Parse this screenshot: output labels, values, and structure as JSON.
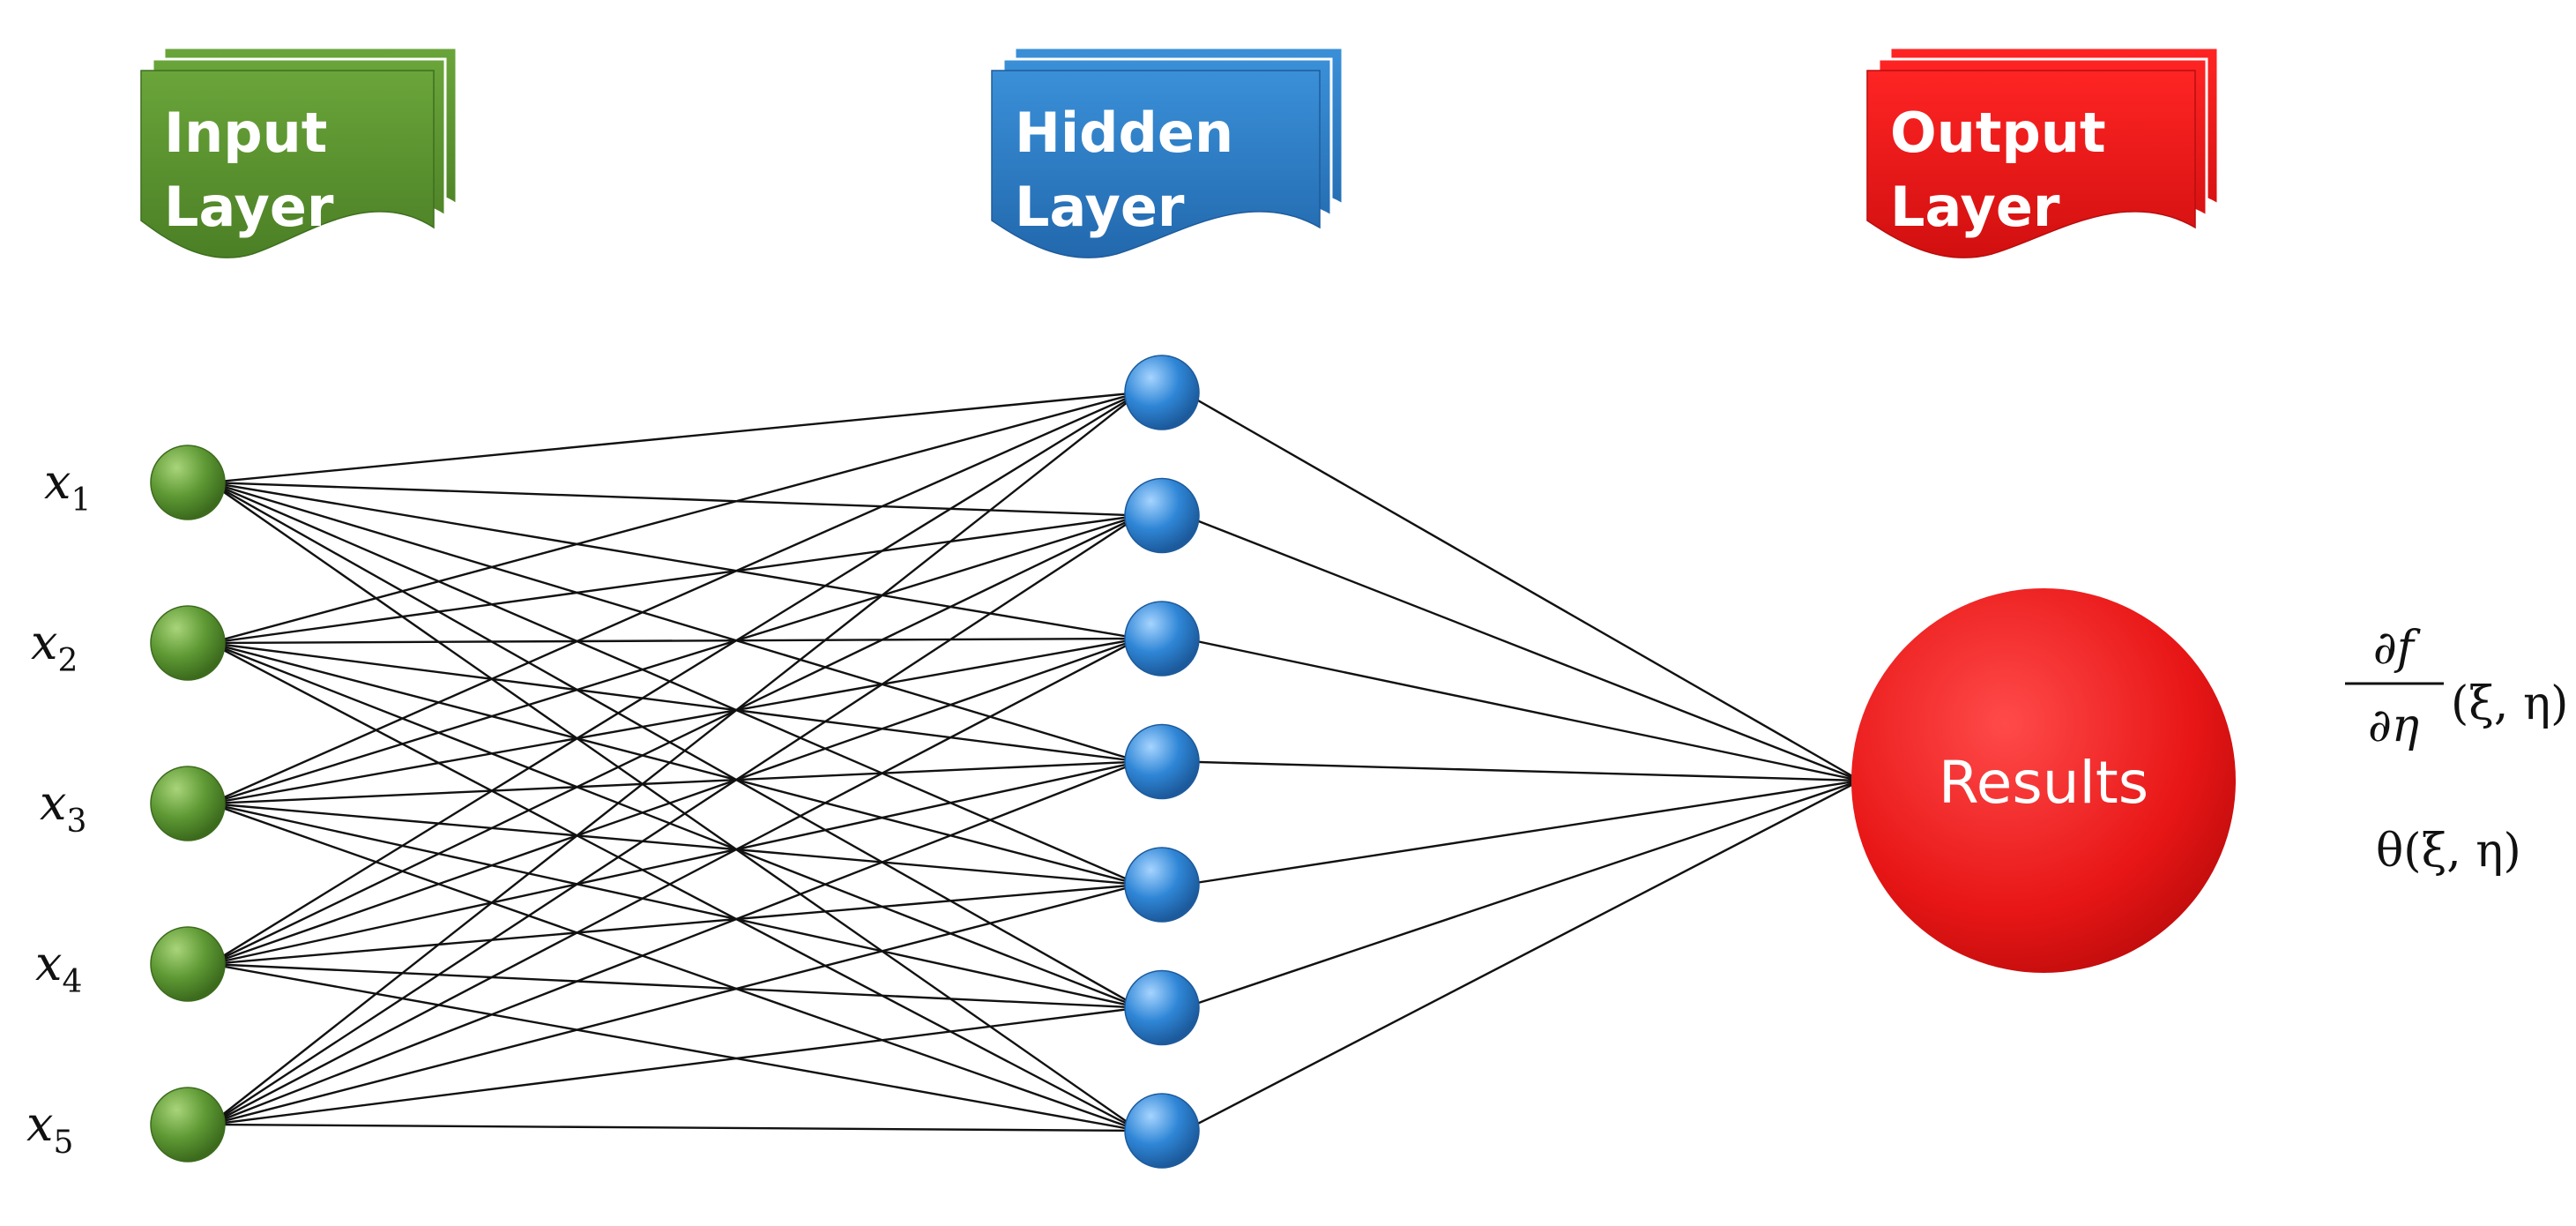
{
  "layers": {
    "input": {
      "title_line1": "Input",
      "title_line2": "Layer",
      "color": "#5a8f2e",
      "node_count": 5
    },
    "hidden": {
      "title_line1": "Hidden",
      "title_line2": "Layer",
      "color": "#2f7fc7",
      "node_count": 7
    },
    "output": {
      "title_line1": "Output",
      "title_line2": "Layer",
      "color": "#e81c1c",
      "node_label": "Results"
    }
  },
  "inputs": [
    {
      "var": "x",
      "sub": "1"
    },
    {
      "var": "x",
      "sub": "2"
    },
    {
      "var": "x",
      "sub": "3"
    },
    {
      "var": "x",
      "sub": "4"
    },
    {
      "var": "x",
      "sub": "5"
    }
  ],
  "outputs": {
    "derivative_num": "∂f",
    "derivative_den": "∂η",
    "derivative_args": "(ξ, η)",
    "theta_label": "θ(ξ, η)"
  }
}
